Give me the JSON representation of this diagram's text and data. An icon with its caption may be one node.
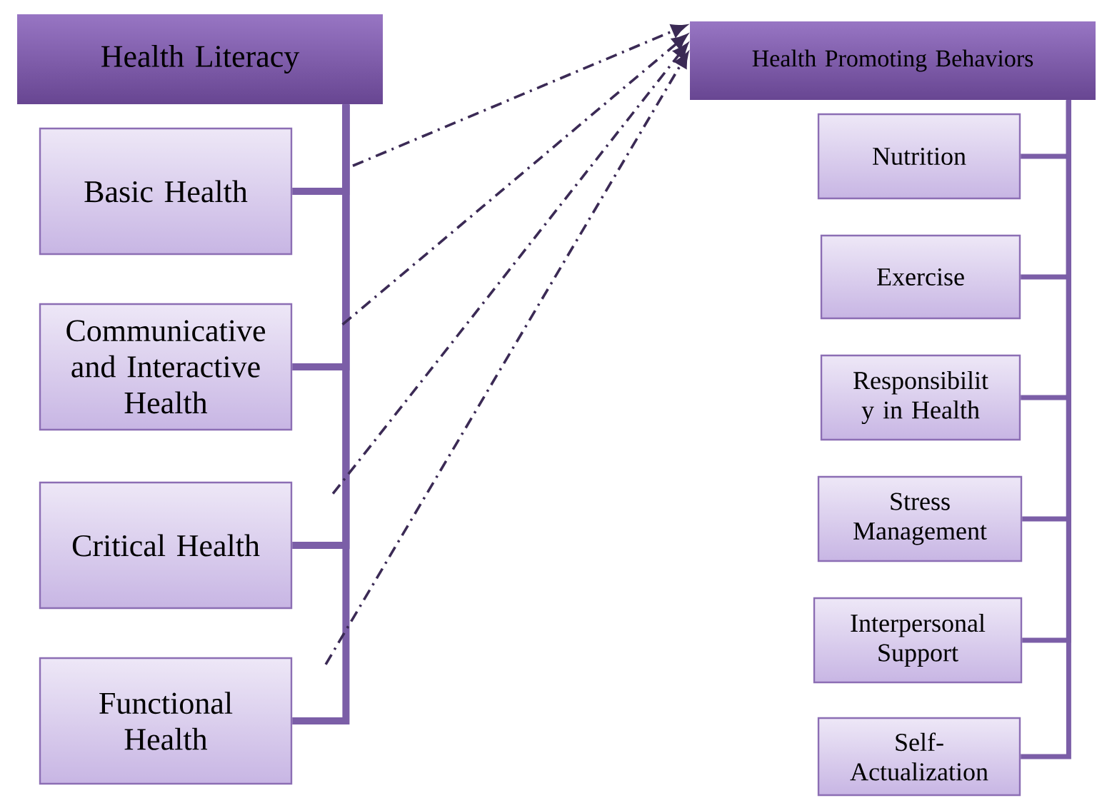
{
  "diagram": {
    "nodes": [
      {
        "text": [
          "Health Literacy"
        ]
      },
      {
        "text": [
          "Basic Health"
        ]
      },
      {
        "text": [
          "Communicative and Interactive Health"
        ]
      },
      {
        "text": [
          "Critical Health"
        ]
      },
      {
        "text": [
          "Functional Health"
        ]
      },
      {
        "text": [
          "Health Promoting Behaviors"
        ]
      },
      {
        "text": [
          "Nutrition"
        ]
      },
      {
        "text": [
          "Exercise"
        ]
      },
      {
        "text": [
          "Responsibilit y in Health"
        ]
      },
      {
        "text": [
          "Stress Management"
        ]
      },
      {
        "text": [
          "Interpersonal Support"
        ]
      },
      {
        "text": [
          "Self- Actualization"
        ]
      }
    ],
    "edges": [
      {
        "from": 0,
        "to": 1,
        "arrow": "none"
      },
      {
        "from": 0,
        "to": 2,
        "arrow": "none"
      },
      {
        "from": 0,
        "to": 3,
        "arrow": "none"
      },
      {
        "from": 0,
        "to": 4,
        "arrow": "none"
      },
      {
        "from": 5,
        "to": 6,
        "arrow": "none"
      },
      {
        "from": 5,
        "to": 7,
        "arrow": "none"
      },
      {
        "from": 5,
        "to": 8,
        "arrow": "none"
      },
      {
        "from": 5,
        "to": 9,
        "arrow": "none"
      },
      {
        "from": 5,
        "to": 10,
        "arrow": "none"
      },
      {
        "from": 5,
        "to": 11,
        "arrow": "none"
      },
      {
        "from": 1,
        "to": 5,
        "arrow": "to",
        "style": "dashed",
        "color": "#3b2a55"
      },
      {
        "from": 2,
        "to": 5,
        "arrow": "to",
        "style": "dashed",
        "color": "#3b2a55"
      },
      {
        "from": 3,
        "to": 5,
        "arrow": "to",
        "style": "dashed",
        "color": "#3b2a55"
      },
      {
        "from": 4,
        "to": 5,
        "arrow": "to",
        "style": "dashed",
        "color": "#3b2a55"
      }
    ]
  }
}
